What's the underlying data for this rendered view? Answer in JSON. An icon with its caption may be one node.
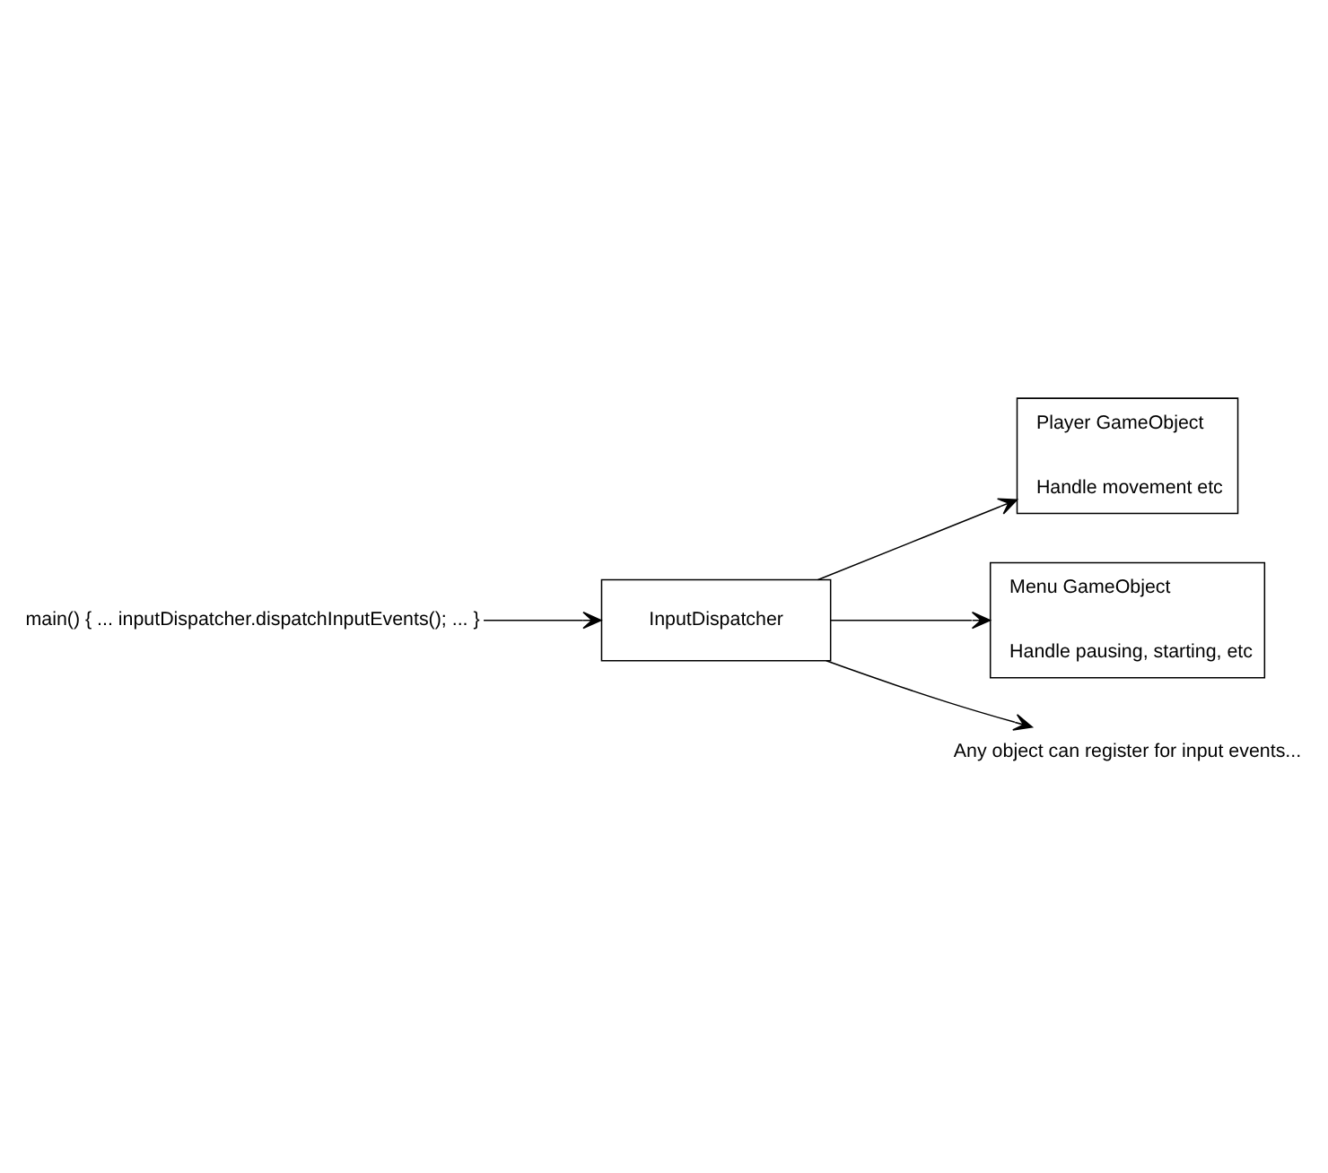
{
  "diagram": {
    "nodes": [
      {
        "text": [
          "main() { ... inputDispatcher.dispatchInputEvents(); ... }"
        ]
      },
      {
        "text": [
          "InputDispatcher"
        ]
      },
      {
        "text": [
          "Player GameObject",
          "Handle movement etc"
        ]
      },
      {
        "text": [
          "Menu GameObject",
          "Handle pausing, starting, etc"
        ]
      },
      {
        "text": [
          "Any object can register for input events..."
        ]
      }
    ],
    "edges": [
      {
        "from": 0,
        "to": 1,
        "arrow": "to"
      },
      {
        "from": 1,
        "to": 2,
        "arrow": "to"
      },
      {
        "from": 1,
        "to": 3,
        "arrow": "to"
      },
      {
        "from": 1,
        "to": 4,
        "arrow": "to"
      }
    ]
  }
}
